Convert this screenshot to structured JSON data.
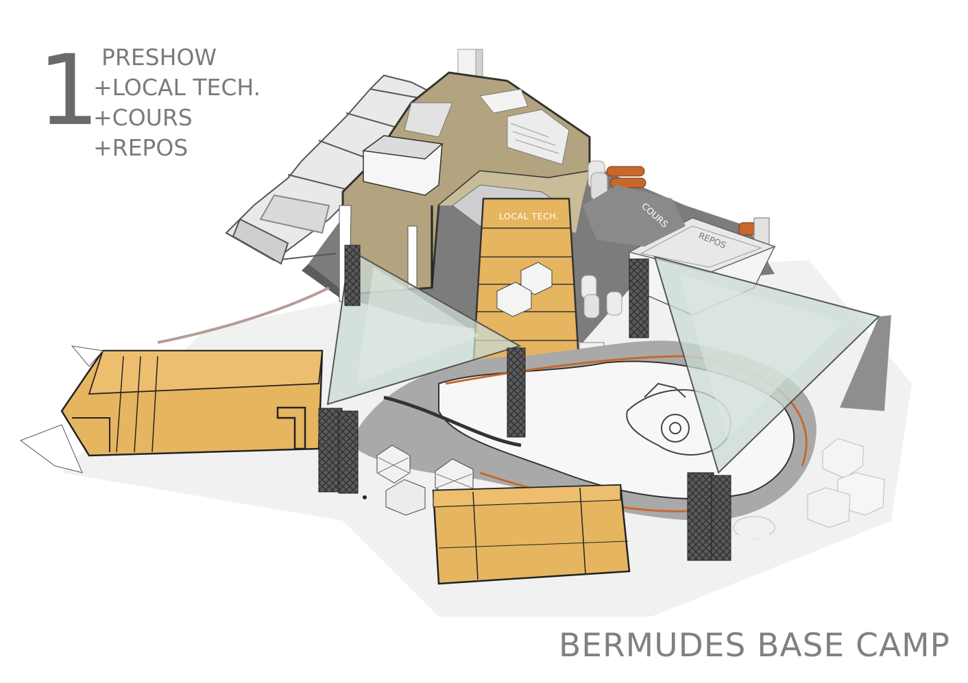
{
  "header": {
    "step_number": "1",
    "program_items": [
      "PRESHOW",
      "+LOCAL TECH.",
      "+COURS",
      "+REPOS"
    ]
  },
  "plan_labels": {
    "local_tech": "LOCAL TECH.",
    "cours": "COURS",
    "repos": "REPOS"
  },
  "footer": {
    "project_title": "BERMUDES BASE CAMP"
  },
  "colors": {
    "container": "#e6b560",
    "container_dark": "#c99442",
    "main_building": "#b3a47f",
    "ground": "#7c7c7c",
    "track": "#9a9a9a",
    "track_accent": "#c8672a",
    "canopy": "#c9d9d1",
    "text": "#7a7a7a"
  }
}
